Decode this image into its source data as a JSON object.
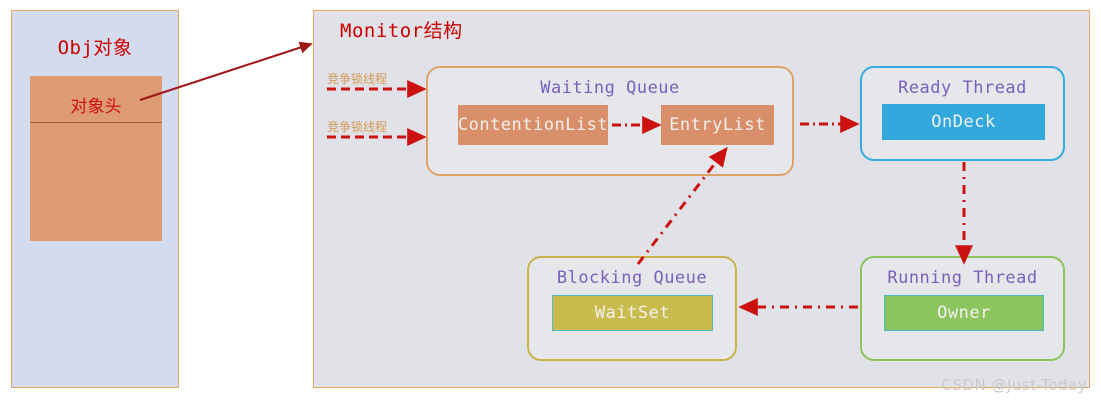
{
  "obj_panel": {
    "title": "Obj对象",
    "header_label": "对象头",
    "bg_color": "#d3dcef",
    "border_color": "#e8a661",
    "header_color": "#dd9a73"
  },
  "monitor_panel": {
    "title": "Monitor结构",
    "bg_color": "#e0e2e7",
    "border_color": "#e8a661",
    "title_color": "#cc0000"
  },
  "incoming_labels": [
    {
      "text": "竞争锁线程"
    },
    {
      "text": "竞争锁线程"
    }
  ],
  "groups": {
    "waiting_queue": {
      "title": "Waiting Queue",
      "border_color": "#e0a269",
      "items": [
        {
          "label": "ContentionList",
          "color": "#d9906a"
        },
        {
          "label": "EntryList",
          "color": "#d9906a"
        }
      ]
    },
    "ready_thread": {
      "title": "Ready Thread",
      "border_color": "#35ace0",
      "items": [
        {
          "label": "OnDeck",
          "color": "#31a9dc"
        }
      ]
    },
    "blocking_queue": {
      "title": "Blocking Queue",
      "border_color": "#c9b34a",
      "items": [
        {
          "label": "WaitSet",
          "color": "#c9bb4e"
        }
      ]
    },
    "running_thread": {
      "title": "Running Thread",
      "border_color": "#8cc45e",
      "items": [
        {
          "label": "Owner",
          "color": "#8cc45e"
        }
      ]
    }
  },
  "connectors": {
    "arrow_color": "#cc1111",
    "obj_to_monitor_color": "#a01515",
    "items": [
      {
        "name": "thread-in-1",
        "style": "dash-dot"
      },
      {
        "name": "thread-in-2",
        "style": "dash-dot"
      },
      {
        "name": "contentionlist-to-entrylist",
        "style": "dash-dot"
      },
      {
        "name": "entrylist-to-ondeck",
        "style": "dash-dot"
      },
      {
        "name": "ondeck-to-owner",
        "style": "dash-dot"
      },
      {
        "name": "owner-to-waitset",
        "style": "dash-dot"
      },
      {
        "name": "waitset-to-entrylist",
        "style": "dash-dot"
      },
      {
        "name": "objheader-to-monitor",
        "style": "solid"
      }
    ]
  },
  "watermark": "CSDN @Just-Today"
}
